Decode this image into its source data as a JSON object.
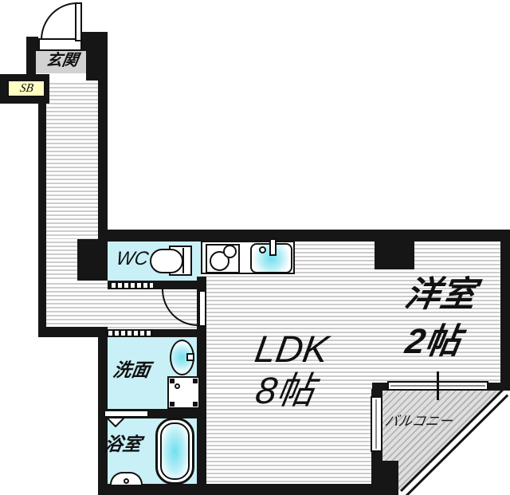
{
  "rooms": {
    "genkan": {
      "label": "玄関"
    },
    "shoe_box": {
      "label": "SB"
    },
    "wc": {
      "label": "WC"
    },
    "washroom": {
      "label": "洗面"
    },
    "bathroom": {
      "label": "浴室"
    },
    "ldk": {
      "label": "LDK",
      "size": "8帖"
    },
    "western_room": {
      "label": "洋室",
      "size": "2帖"
    },
    "balcony": {
      "label": "バルコニー"
    }
  },
  "icons": {
    "entrance_door": "swing-door-arc",
    "ldk_door": "swing-door-arc",
    "washroom_door": "folding-door-triangle",
    "toilet": "toilet-plan-symbol",
    "stove": "two-burner-stove",
    "kitchen_sink": "sink-basin",
    "washbasin": "oval-basin",
    "washing_machine": "washer-square",
    "bathtub": "bathtub-symbol",
    "bath_drain": "half-dome-fixture",
    "balcony_window": "sliding-window",
    "side_window": "fixed-window",
    "railing": "balcony-railing"
  },
  "colors": {
    "wall": "#161616",
    "room_cyan": "#C9F0F6",
    "genkan_gray": "#D2D2D2",
    "sb_yellow": "#FFFFC2",
    "floor_stripe_line": "#CCCCCC",
    "balcony_hatch_bg": "#DFDFDF",
    "balcony_hatch_line": "#B5B5B5",
    "water_fixture_cyan": "#6FE0EE"
  }
}
